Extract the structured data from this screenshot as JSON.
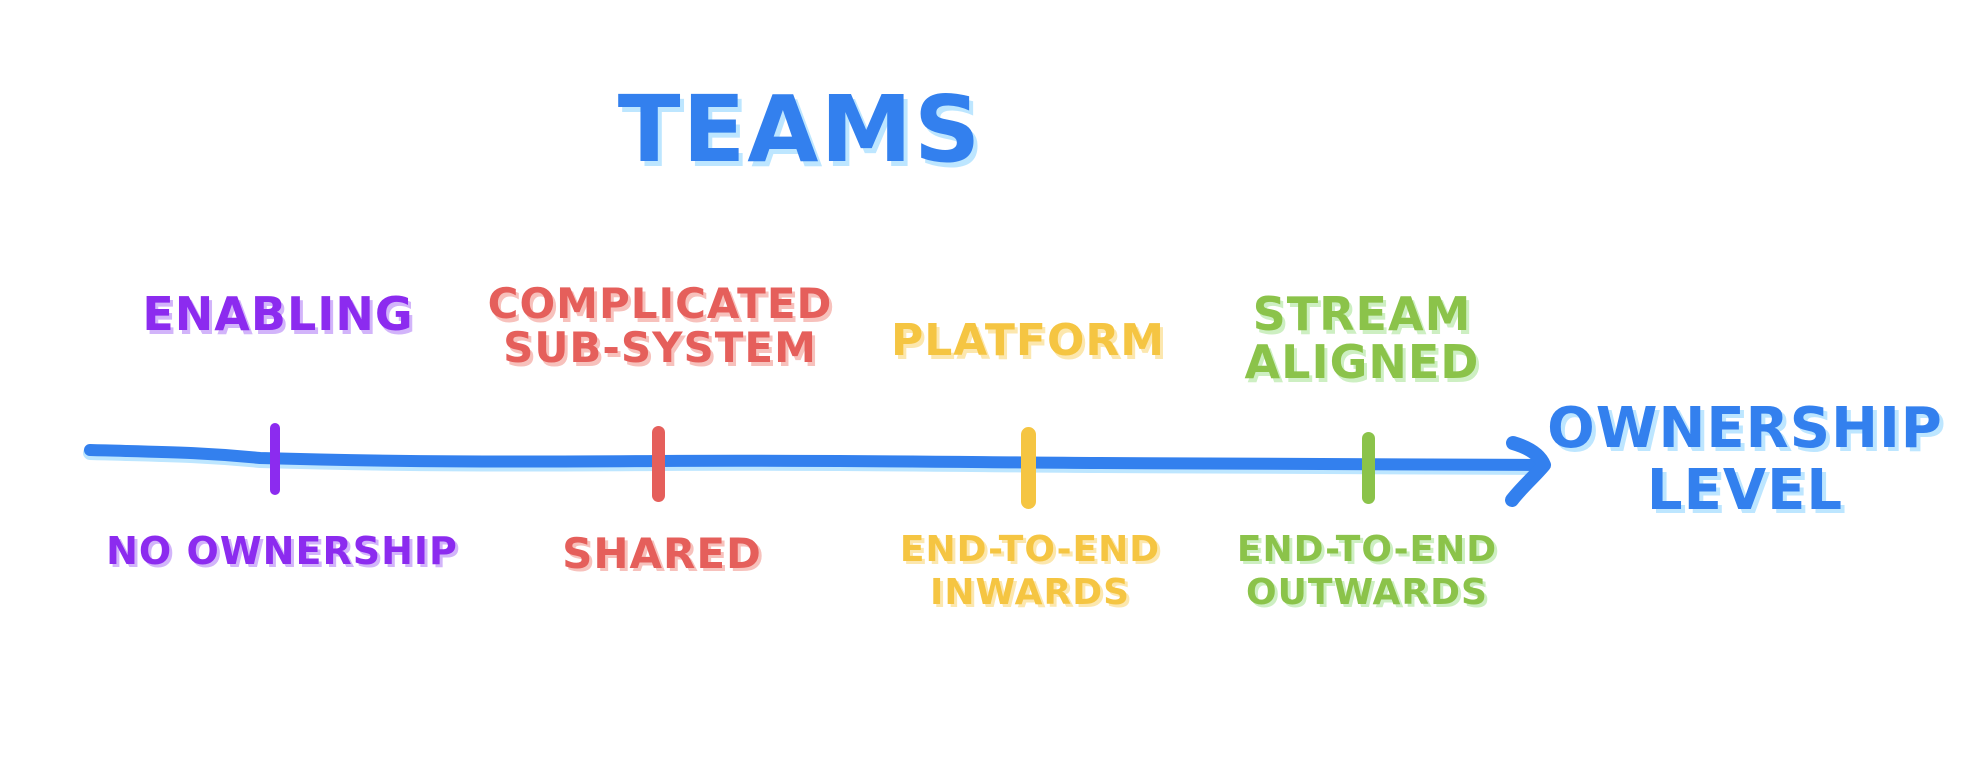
{
  "title": {
    "text": "Teams",
    "color": "#3380EE",
    "shadow": "#BDE6FF"
  },
  "axis": {
    "label": "Ownership\nLevel",
    "color": "#3380EE",
    "shadow": "#BDE6FF",
    "direction": "left-to-right",
    "arrow": "arrow-right-icon"
  },
  "teams": [
    {
      "name": "Enabling",
      "ownership": "No ownership",
      "color": "#8C2BEF",
      "shadow": "#D2B4FA",
      "tick_x": 275
    },
    {
      "name": "Complicated\nSub-System",
      "ownership": "Shared",
      "color": "#E55F5B",
      "shadow": "#F7C1BC",
      "tick_x": 658
    },
    {
      "name": "Platform",
      "ownership": "End-to-end\ninwards",
      "color": "#F5C542",
      "shadow": "#FCE7AE",
      "tick_x": 1028
    },
    {
      "name": "Stream\nAligned",
      "ownership": "End-to-end\noutwards",
      "color": "#8BC34A",
      "shadow": "#CDEFC2",
      "tick_x": 1368
    }
  ]
}
